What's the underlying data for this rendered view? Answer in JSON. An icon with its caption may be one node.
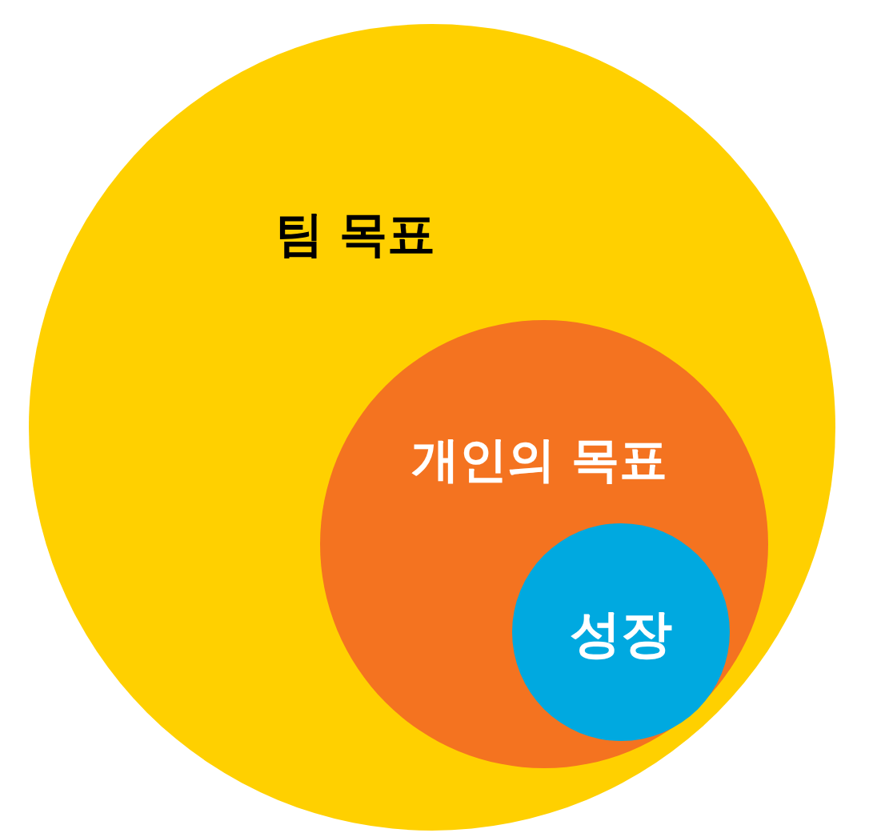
{
  "diagram": {
    "nodes": [
      {
        "text": [
          "팀 목표"
        ]
      },
      {
        "text": [
          "개인의 목표"
        ],
        "in": 0
      },
      {
        "text": [
          "성장"
        ],
        "in": 1
      }
    ]
  }
}
